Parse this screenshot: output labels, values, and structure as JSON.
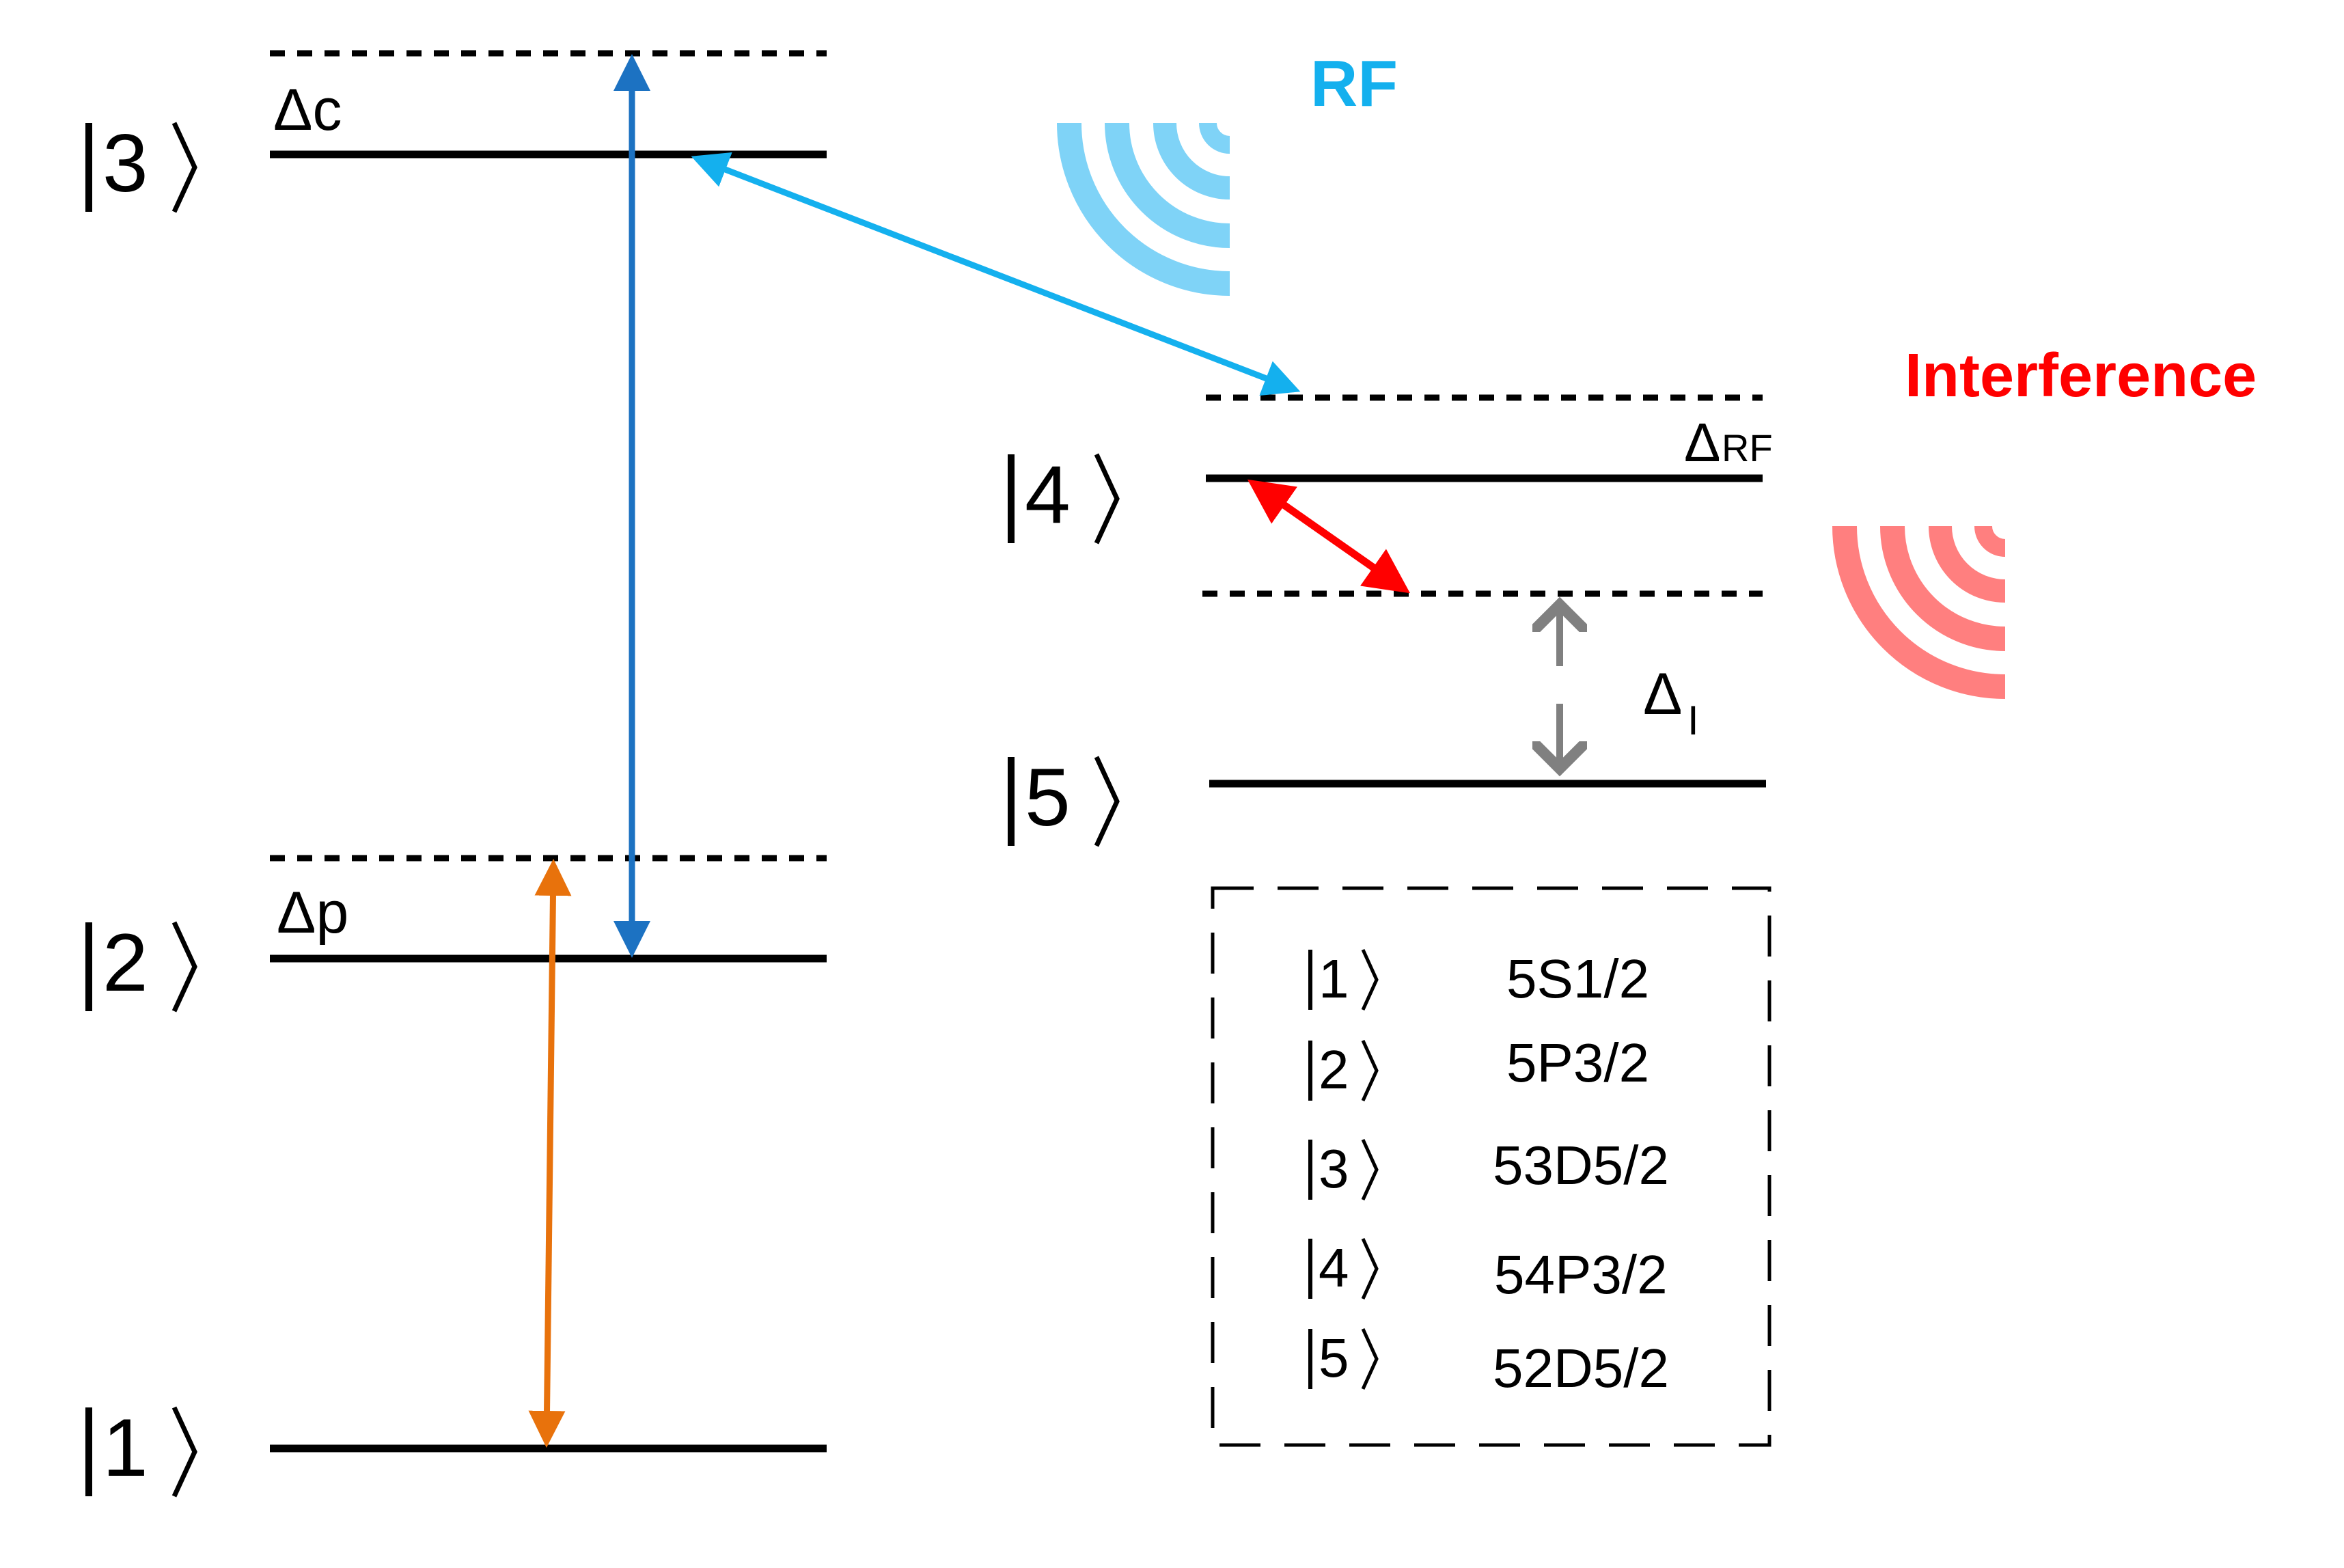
{
  "levels": {
    "l1": {
      "ket": "1"
    },
    "l2": {
      "ket": "2",
      "detuning": "Δp"
    },
    "l3": {
      "ket": "3",
      "detuning": "Δc"
    },
    "l4": {
      "ket": "4",
      "detuning_sym": "Δ",
      "detuning_sub": "RF"
    },
    "l5": {
      "ket": "5",
      "detuning_sym": "Δ",
      "detuning_sub": "I"
    }
  },
  "labels": {
    "rf": "RF",
    "interference": "Interference"
  },
  "legend": [
    {
      "ket": "1",
      "state": "5S1/2"
    },
    {
      "ket": "2",
      "state": "5P3/2"
    },
    {
      "ket": "3",
      "state": "53D5/2"
    },
    {
      "ket": "4",
      "state": "54P3/2"
    },
    {
      "ket": "5",
      "state": "52D5/2"
    }
  ],
  "colors": {
    "probe": "#E8720C",
    "coupling": "#1C72C2",
    "rf": "#14B0EE",
    "rf_wave": "#7FD3F7",
    "interference": "#FF0000",
    "interference_wave": "#FF7F7F",
    "detuning_arrow": "#808080",
    "level": "#000000"
  },
  "icons": {
    "rf_source": "radio-wave-icon",
    "interference_source": "radio-wave-icon"
  }
}
